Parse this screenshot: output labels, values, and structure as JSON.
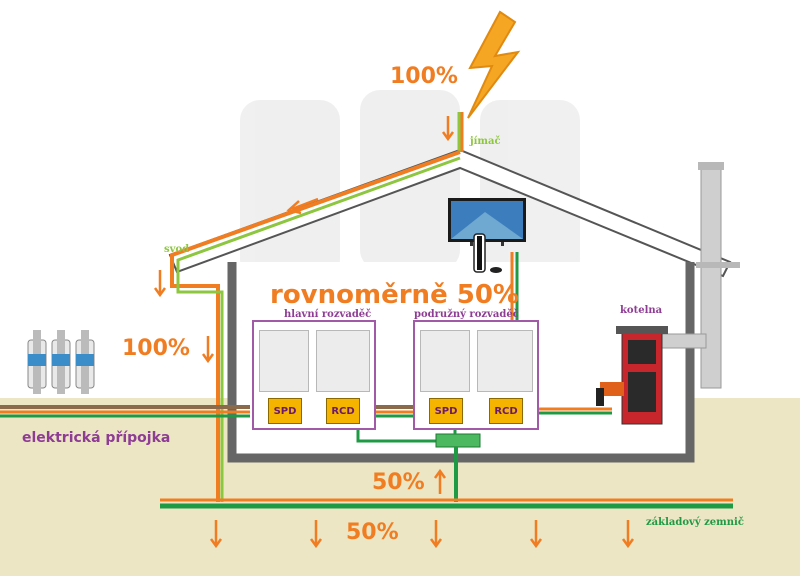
{
  "labels": {
    "lightning_pct": "100%",
    "jimac": "jímač",
    "svod": "svod",
    "left_pct": "100%",
    "even": "rovnoměrně 50%",
    "main_panel": "hlavní rozvaděč",
    "sub_panel": "podružný rozvaděč",
    "boiler": "kotelna",
    "service": "elektrická přípojka",
    "up_pct": "50%",
    "ground_pct": "50%",
    "ground_electrode": "základový zemnič",
    "spd": "SPD",
    "rcd": "RCD"
  },
  "colors": {
    "surge": "#f07d22",
    "lightning": "#f5a623",
    "protection": "#8dc63f",
    "earthing": "#1f9a44",
    "house_outline": "#555555",
    "ground_fill": "#ece6c4",
    "panel_border": "#a05aa8",
    "tag": "#f5b400",
    "label_purple": "#8e3c94"
  },
  "icons": [
    "lightning-bolt-icon",
    "tv-icon",
    "game-console-icon",
    "boiler-icon",
    "chimney-icon",
    "fuse-icon"
  ]
}
